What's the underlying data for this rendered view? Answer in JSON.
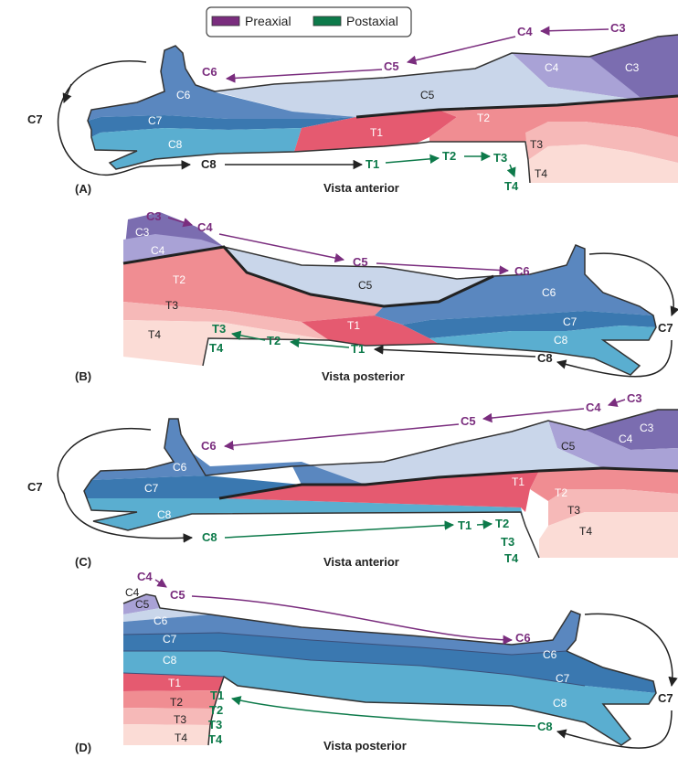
{
  "legend": {
    "preaxial": {
      "label": "Preaxial",
      "color": "#7a2d7e"
    },
    "postaxial": {
      "label": "Postaxial",
      "color": "#0d7a4a"
    }
  },
  "colors": {
    "c3": "#7b6db0",
    "c4": "#a9a2d6",
    "c5": "#c9d6ea",
    "c6": "#5a87bf",
    "c7": "#3a78b0",
    "c8": "#5aaed0",
    "t1": "#e55a70",
    "t2": "#f08d92",
    "t3": "#f6b9b8",
    "t4": "#fbdcd6"
  },
  "panels": [
    {
      "id": "A",
      "panel_label": "(A)",
      "view": "Vista anterior",
      "preaxial": [
        "C3",
        "C4",
        "C5",
        "C6"
      ],
      "pivot": "C7",
      "postaxial": [
        "C8",
        "T1",
        "T2",
        "T3",
        "T4"
      ],
      "segments": [
        "C3",
        "C4",
        "C5",
        "C6",
        "C7",
        "C8",
        "T1",
        "T2",
        "T3",
        "T4"
      ]
    },
    {
      "id": "B",
      "panel_label": "(B)",
      "view": "Vista posterior",
      "preaxial": [
        "C3",
        "C4",
        "C5",
        "C6"
      ],
      "pivot": "C7",
      "postaxial": [
        "C8",
        "T1",
        "T2",
        "T3",
        "T4"
      ],
      "segments": [
        "C3",
        "C4",
        "T2",
        "C5",
        "T3",
        "T1",
        "T4",
        "C6",
        "C7",
        "C8"
      ]
    },
    {
      "id": "C",
      "panel_label": "(C)",
      "view": "Vista anterior",
      "preaxial": [
        "C3",
        "C4",
        "C5",
        "C6"
      ],
      "pivot": "C7",
      "postaxial": [
        "C8",
        "T1",
        "T2",
        "T3",
        "T4"
      ],
      "segments": [
        "C3",
        "C4",
        "C5",
        "C6",
        "C7",
        "C8",
        "T1",
        "T2",
        "T3",
        "T4"
      ]
    },
    {
      "id": "D",
      "panel_label": "(D)",
      "view": "Vista posterior",
      "preaxial": [
        "C4",
        "C5",
        "C6"
      ],
      "pivot": "C7",
      "postaxial": [
        "C8",
        "T1",
        "T2",
        "T3",
        "T4"
      ],
      "segments": [
        "C4",
        "C5",
        "C6",
        "C7",
        "C8",
        "T1",
        "T2",
        "T3",
        "T4",
        "C6",
        "C7",
        "C8"
      ]
    }
  ]
}
